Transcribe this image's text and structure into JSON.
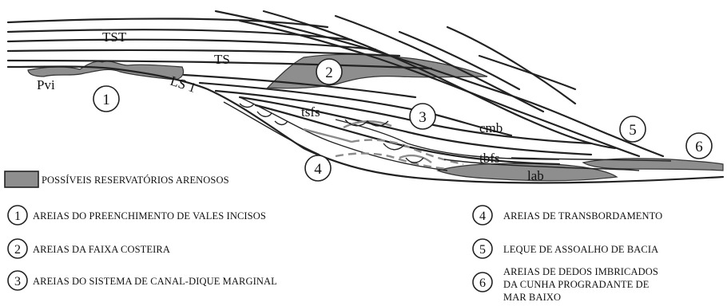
{
  "diagram": {
    "surface_labels": {
      "tst": "TST",
      "ts": "TS",
      "ls1": "LS 1",
      "pvi": "Pvi",
      "tsfs": "tsfs",
      "tbfs": "tbfs",
      "cmb": "cmb",
      "lab": "lab"
    },
    "markers": [
      "1",
      "2",
      "3",
      "4",
      "5",
      "6"
    ],
    "reservoir_color": "#8e8e8e"
  },
  "legend": {
    "reservoir_label": "POSSÍVEIS RESERVATÓRIOS ARENOSOS",
    "items": [
      {
        "number": "1",
        "text": "AREIAS DO PREENCHIMENTO DE VALES INCISOS"
      },
      {
        "number": "2",
        "text": "AREIAS  DA FAIXA COSTEIRA"
      },
      {
        "number": "3",
        "text": "AREIAS DO SISTEMA DE CANAL-DIQUE MARGINAL"
      },
      {
        "number": "4",
        "text": "AREIAS DE TRANSBORDAMENTO"
      },
      {
        "number": "5",
        "text": "LEQUE DE ASSOALHO DE BACIA"
      },
      {
        "number": "6",
        "lines": [
          "AREIAS DE DEDOS IMBRICADOS",
          "DA CUNHA PROGRADANTE DE",
          "MAR BAIXO"
        ]
      }
    ]
  }
}
